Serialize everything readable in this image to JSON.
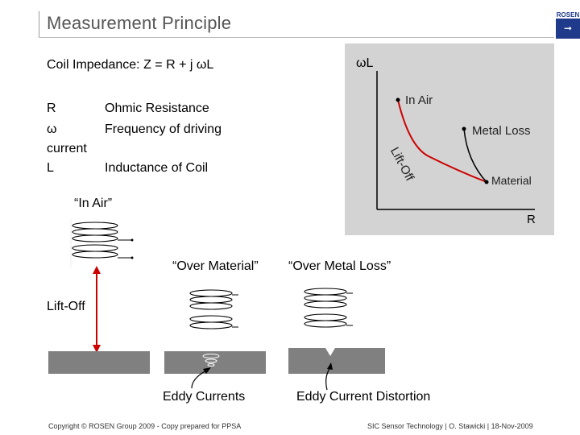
{
  "header": {
    "title": "Measurement Principle",
    "logo_text": "ROSEN"
  },
  "definitions": {
    "formula": "Coil Impedance: Z = R + j ωL",
    "items": [
      {
        "symbol": "R",
        "meaning": "Ohmic Resistance"
      },
      {
        "symbol": "ω",
        "meaning": "Frequency of driving"
      },
      {
        "symbol": "current",
        "meaning": ""
      },
      {
        "symbol": "L",
        "meaning": "Inductance of Coil"
      }
    ]
  },
  "chart": {
    "y_axis_label": "ωL",
    "x_axis_label": "R",
    "points": {
      "in_air": "In Air",
      "metal_loss": "Metal Loss",
      "material": "Material"
    },
    "curve_label": "Lift-Off"
  },
  "diagram": {
    "in_air_label": "“In Air”",
    "over_material_label": "“Over Material”",
    "over_metal_loss_label": "“Over Metal Loss”",
    "lift_off_label": "Lift-Off",
    "eddy_currents_label": "Eddy Currents",
    "eddy_distortion_label": "Eddy Current Distortion"
  },
  "colors": {
    "accent_red": "#cc0000",
    "chart_bg": "#d3d3d3",
    "plate": "#808080",
    "logo_blue": "#1f3a8a"
  },
  "footer": {
    "copyright": "Copyright © ROSEN Group 2009 - Copy prepared for PPSA",
    "credit": "SIC Sensor Technology | O. Stawicki | 18-Nov-2009"
  }
}
